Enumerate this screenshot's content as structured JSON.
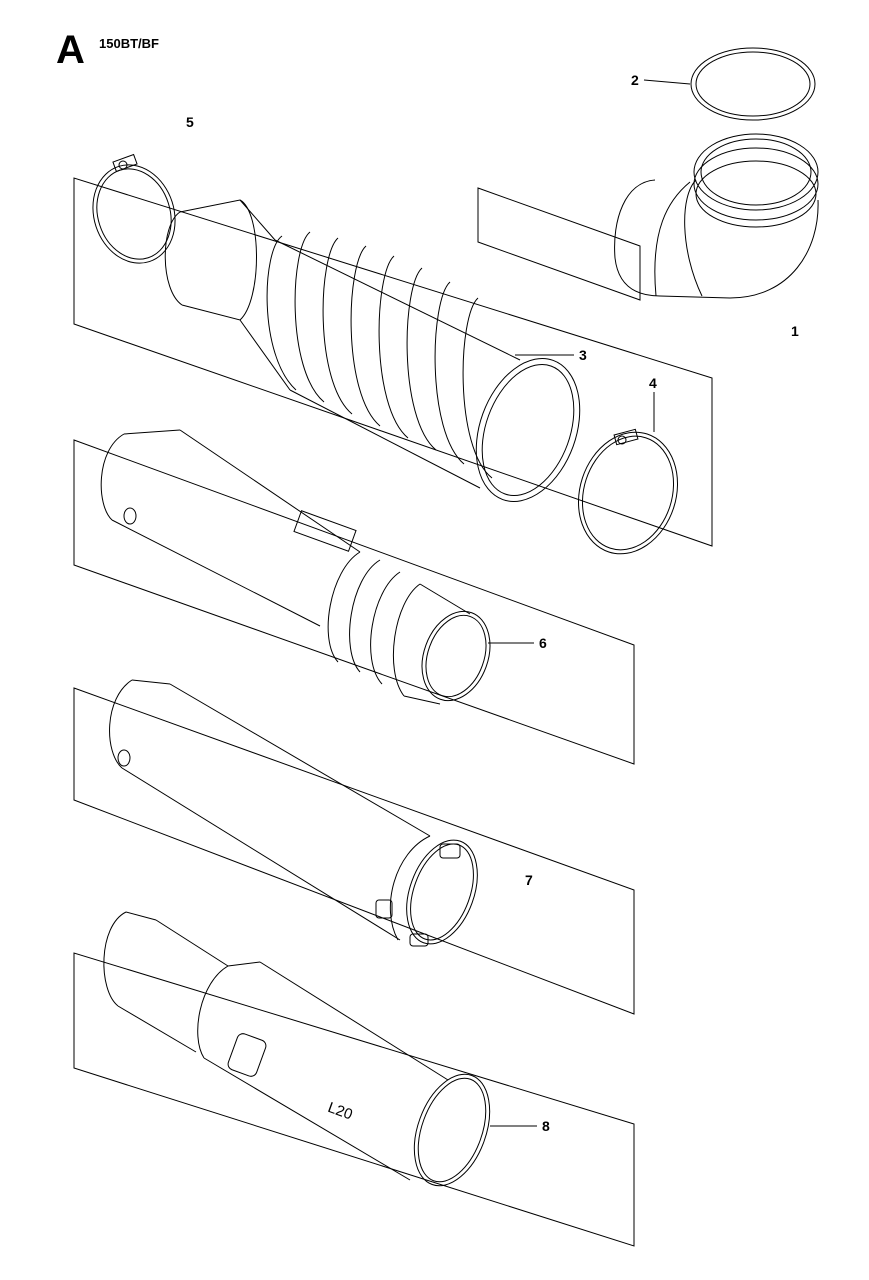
{
  "header": {
    "section_letter": "A",
    "model": "150BT/BF"
  },
  "callouts": [
    {
      "id": "1",
      "label": "1",
      "part": "elbow"
    },
    {
      "id": "2",
      "label": "2",
      "part": "seal-ring"
    },
    {
      "id": "3",
      "label": "3",
      "part": "bellows-hose"
    },
    {
      "id": "4",
      "label": "4",
      "part": "hose-clamp-lower"
    },
    {
      "id": "5",
      "label": "5",
      "part": "hose-clamp-upper"
    },
    {
      "id": "6",
      "label": "6",
      "part": "tube-with-handle-connector"
    },
    {
      "id": "7",
      "label": "7",
      "part": "blower-tube"
    },
    {
      "id": "8",
      "label": "8",
      "part": "nozzle-tube"
    }
  ],
  "markings": {
    "tube_marking": "L20"
  },
  "colors": {
    "line": "#000000",
    "background": "#ffffff"
  }
}
